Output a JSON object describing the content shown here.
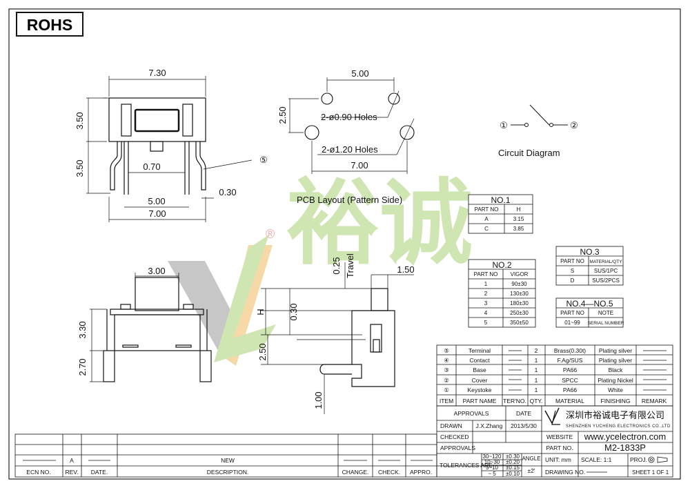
{
  "badge": "ROHS",
  "drawing": {
    "top_width": "7.30",
    "top_height": "3.50",
    "lead_height": "3.50",
    "lead_inner": "0.70",
    "lead_pitch": "5.00",
    "lead_overall": "7.00",
    "lead_thickness": "0.30",
    "callout_5": "⑤",
    "pcb_pitch_top": "5.00",
    "pcb_row_gap": "2.50",
    "pcb_small_holes": "2-ø0.90 Holes",
    "pcb_large_holes": "2-ø1.20 Holes",
    "pcb_overall": "7.00",
    "pcb_caption": "PCB Layout (Pattern Side)",
    "circuit_caption": "Circuit Diagram",
    "circuit_p1": "①",
    "circuit_p2": "②",
    "front_key_width": "3.00",
    "front_body_height": "3.30",
    "front_lead_height": "2.70",
    "side_travel": "0.25",
    "side_travel_label": "Travel",
    "side_h": "H",
    "side_h_gap": "0.30",
    "side_stem_width": "1.50",
    "side_base": "2.50",
    "side_foot": "1.00"
  },
  "tables": {
    "no1": {
      "title": "NO.1",
      "headers": [
        "PART NO",
        "H"
      ],
      "rows": [
        [
          "A",
          "3.15"
        ],
        [
          "C",
          "3.85"
        ]
      ]
    },
    "no2": {
      "title": "NO.2",
      "headers": [
        "PART NO",
        "VIGOR"
      ],
      "rows": [
        [
          "1",
          "90±30"
        ],
        [
          "2",
          "130±30"
        ],
        [
          "3",
          "180±30"
        ],
        [
          "4",
          "250±30"
        ],
        [
          "5",
          "350±50"
        ]
      ]
    },
    "no3": {
      "title": "NO.3",
      "headers": [
        "PART NO",
        "MATERIAL/QTY"
      ],
      "rows": [
        [
          "S",
          "SUS/1PC"
        ],
        [
          "D",
          "SUS/2PCS"
        ]
      ]
    },
    "no45": {
      "title": "NO.4—NO.5",
      "headers": [
        "PART NO",
        "NOTE"
      ],
      "rows": [
        [
          "01~99",
          "SERIAL NUMBER"
        ]
      ]
    }
  },
  "bom": {
    "rows": [
      {
        "item": "⑤",
        "name": "Terminal",
        "qty": "2",
        "material": "Brass(0.30t)",
        "finish": "Plating silver"
      },
      {
        "item": "④",
        "name": "Contact",
        "qty": "1",
        "material": "F.Ag/SUS",
        "finish": "Plating silver"
      },
      {
        "item": "③",
        "name": "Base",
        "qty": "1",
        "material": "PA66",
        "finish": "Black"
      },
      {
        "item": "②",
        "name": "Cover",
        "qty": "1",
        "material": "SPCC",
        "finish": "Plating Nickel"
      },
      {
        "item": "①",
        "name": "Keystoke",
        "qty": "1",
        "material": "PA66",
        "finish": "White"
      }
    ],
    "headers": {
      "item": "ITEM",
      "name": "PART NAME",
      "ter": "TER'NO.",
      "qty": "QTY.",
      "material": "MATERIAL",
      "finish": "FINISHING",
      "remark": "REMARK"
    }
  },
  "titleblock": {
    "approvals": "APPROVALS",
    "date": "DATE",
    "drawn": "DRAWN",
    "drawn_by": "J.X.Zhang",
    "drawn_date": "2013/5/30",
    "checked": "CHECKED",
    "approvals2": "APPROVALS",
    "company_cn": "深圳市裕诚电子有限公司",
    "company_en": "SHENZHEN YUCHENG ELECTRONICS CO.,LTD",
    "website_label": "WEBSITE",
    "website": "www.ycelectron.com",
    "partno_label": "PART NO.",
    "partno": "M2-1833P",
    "tolerances_label": "TOLERANCES ARE",
    "tol_ranges": [
      "30~120",
      "10~30",
      "5~10",
      "~ 5"
    ],
    "tol_values": [
      "±0.30",
      "±0.20",
      "±0.15",
      "±0.10"
    ],
    "angle": "ANGLE",
    "angle_value": "±2'",
    "unit": "UNIT:  mm",
    "scale": "SCALE:  1:1",
    "proj": "PROJ.",
    "drawing_no": "DRAWING NO.",
    "sheet": "SHEET  1  OF  1"
  },
  "revision": {
    "rev": "A",
    "description": "NEW",
    "headers": [
      "ECN  NO.",
      "REV.",
      "DATE.",
      "DESCRIPTION.",
      "CHANGE.",
      "CHECK.",
      "APPRO."
    ]
  },
  "watermark": {
    "brand_text": "裕诚",
    "registered": "®"
  },
  "colors": {
    "logo_green": "#cfe6b3",
    "logo_orange": "#f6d9a6",
    "logo_gray": "#c7c7c7"
  }
}
